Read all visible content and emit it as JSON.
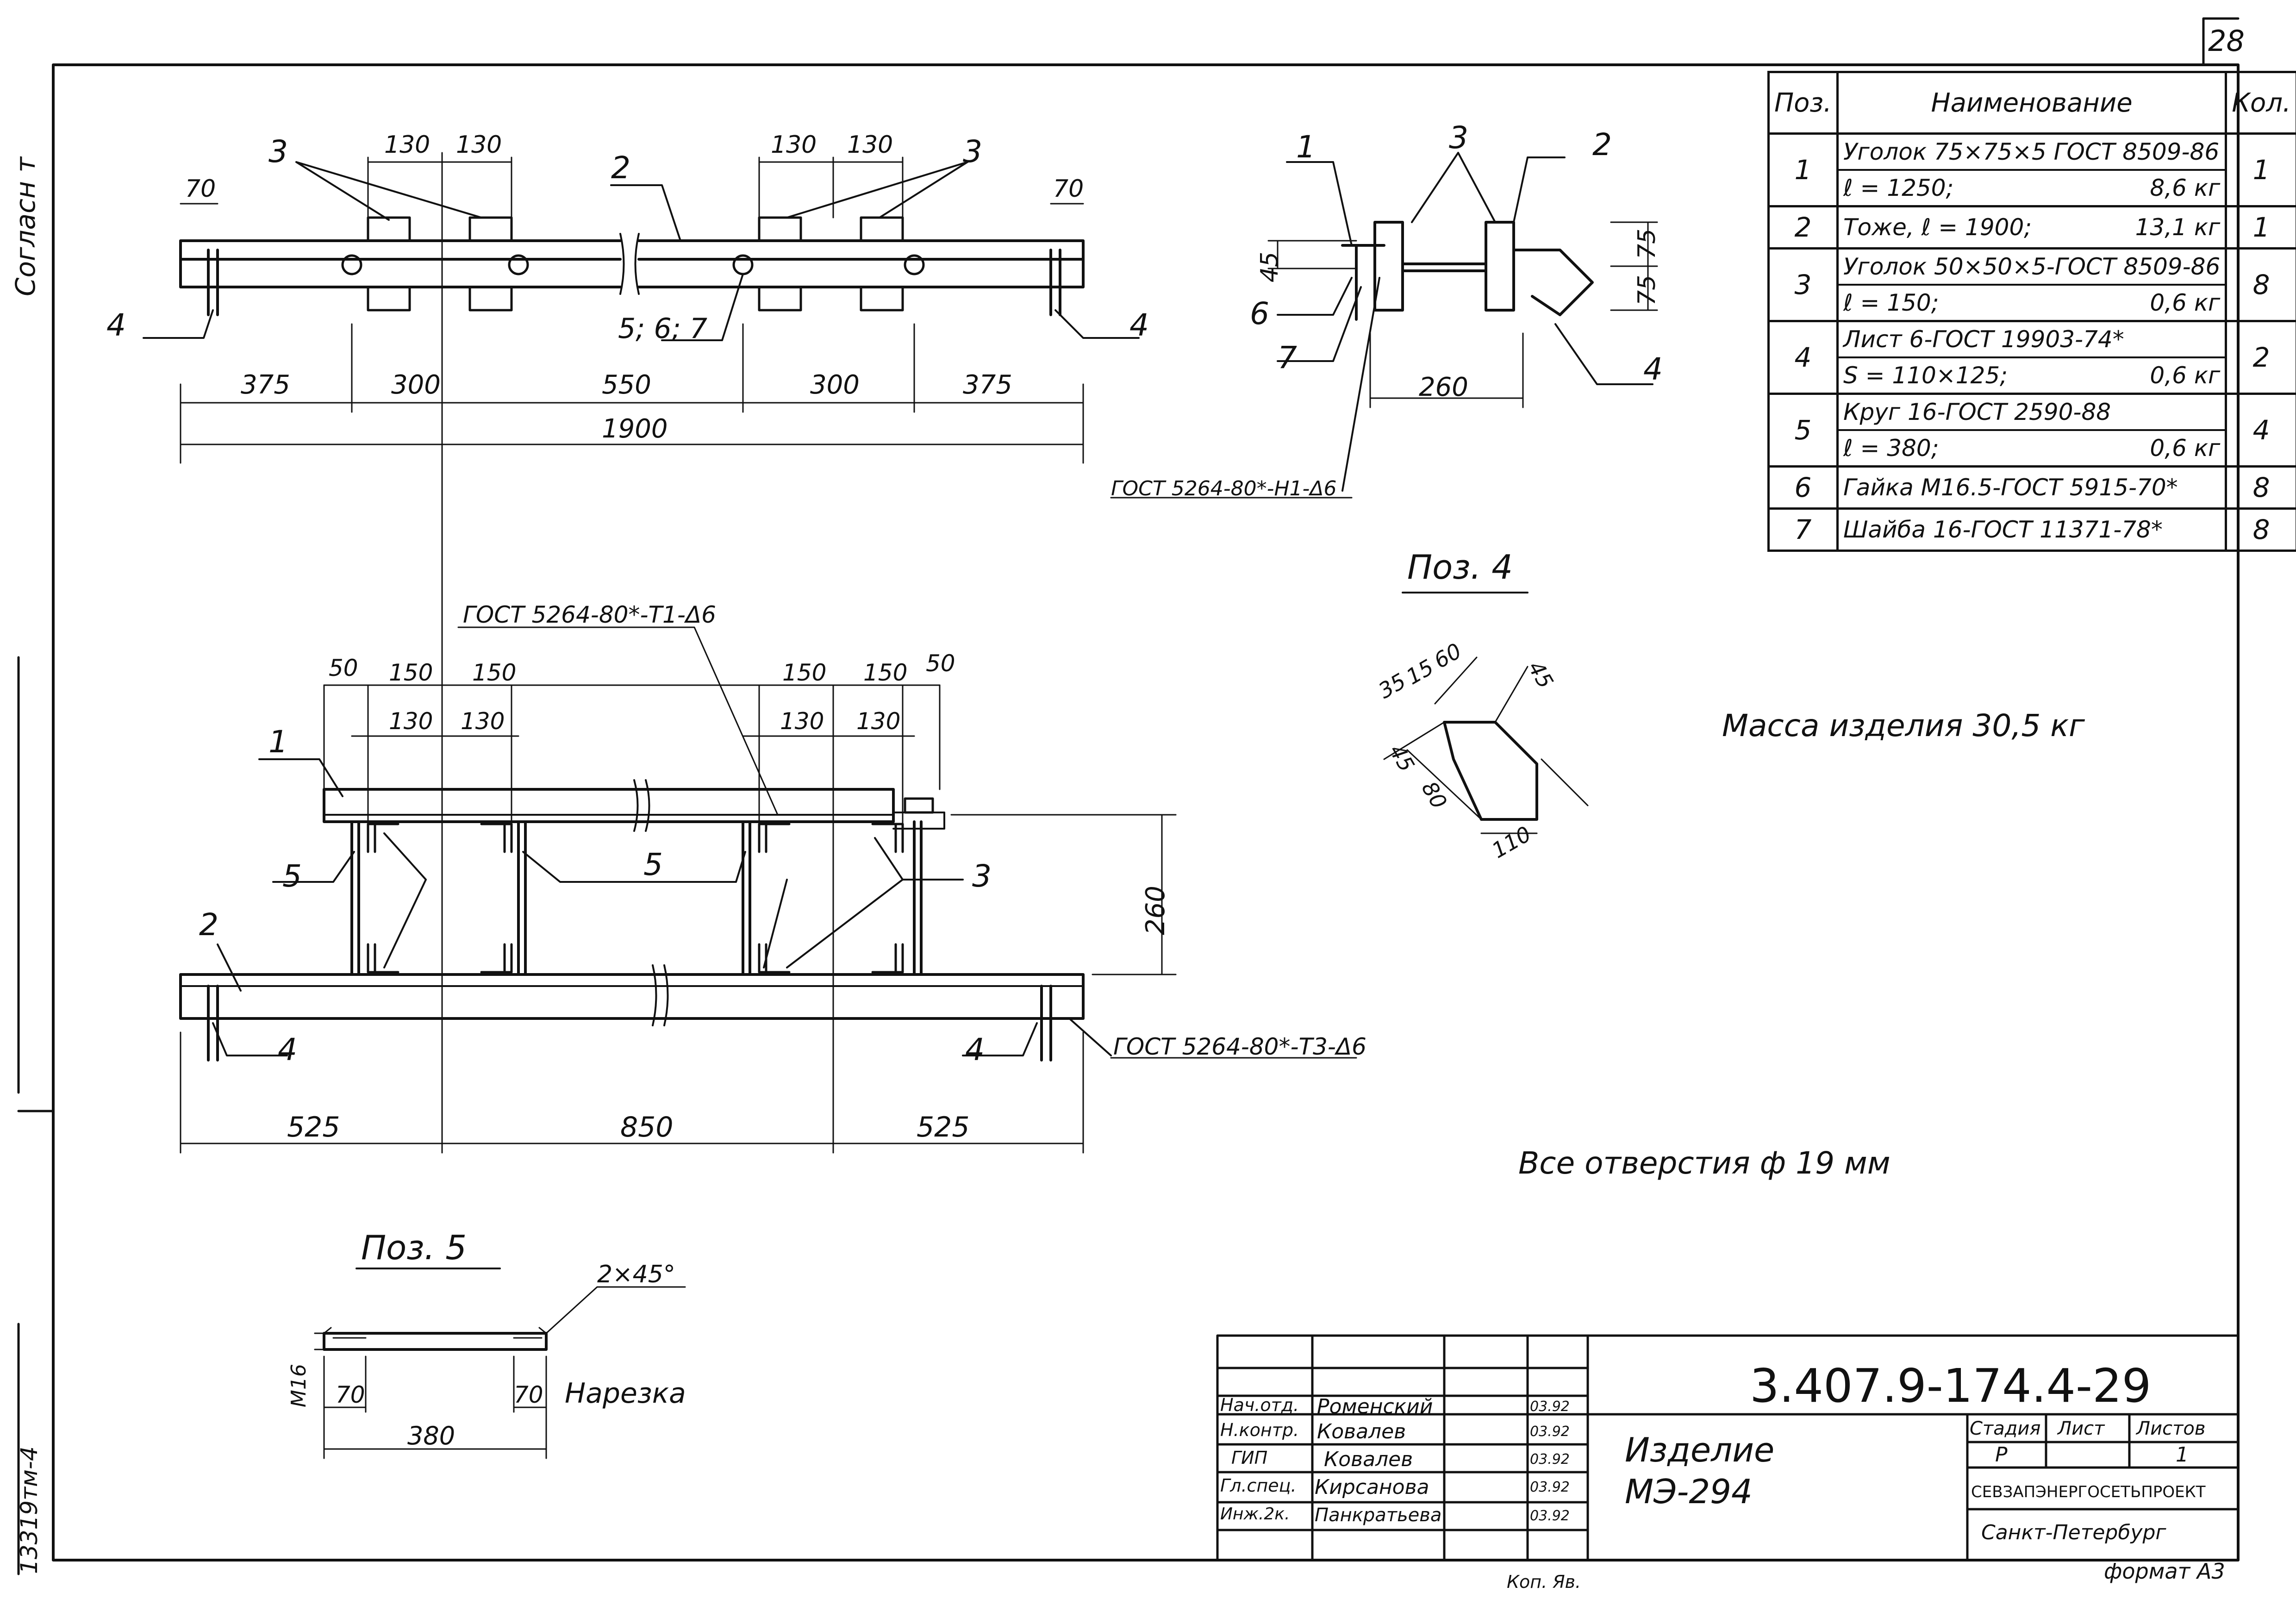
{
  "sheet": {
    "number": "28",
    "left_margin_top": "Согласн т",
    "left_margin_bottom": "13319тм-4",
    "format_note": "формат А3",
    "copy_note": "Коп. Яв."
  },
  "spec_table": {
    "headers": {
      "pos": "Поз.",
      "name": "Наименование",
      "qty": "Кол."
    },
    "rows": [
      {
        "pos": "1",
        "line1": "Уголок 75×75×5 ГОСТ 8509-86",
        "line2a": "ℓ = 1250;",
        "line2b": "8,6 кг",
        "qty": "1"
      },
      {
        "pos": "2",
        "line1": "Тоже, ℓ = 1900;",
        "line2b": "13,1 кг",
        "qty": "1"
      },
      {
        "pos": "3",
        "line1": "Уголок 50×50×5-ГОСТ 8509-86",
        "line2a": "ℓ = 150;",
        "line2b": "0,6 кг",
        "qty": "8"
      },
      {
        "pos": "4",
        "line1": "Лист 6-ГОСТ 19903-74*",
        "line2a": "S = 110×125;",
        "line2b": "0,6 кг",
        "qty": "2"
      },
      {
        "pos": "5",
        "line1": "Круг 16-ГОСТ 2590-88",
        "line2a": "ℓ = 380;",
        "line2b": "0,6 кг",
        "qty": "4"
      },
      {
        "pos": "6",
        "line1": "Гайка М16.5-ГОСТ 5915-70*",
        "qty": "8"
      },
      {
        "pos": "7",
        "line1": "Шайба 16-ГОСТ 11371-78*",
        "qty": "8"
      }
    ]
  },
  "notes": {
    "mass": "Масса изделия 30,5 кг",
    "holes": "Все отверстия ф 19 мм"
  },
  "views": {
    "top": {
      "dims": [
        "70",
        "130",
        "130",
        "130",
        "130",
        "70",
        "375",
        "300",
        "550",
        "300",
        "375",
        "1900"
      ],
      "labels": [
        "3",
        "2",
        "3",
        "4",
        "5; 6; 7",
        "4"
      ]
    },
    "side": {
      "dims": [
        "45",
        "75",
        "75",
        "260"
      ],
      "labels": [
        "1",
        "3",
        "2",
        "6",
        "7",
        "4"
      ],
      "weld_note": "ГОСТ 5264-80*-Н1-Δ6"
    },
    "front": {
      "dims": [
        "50",
        "150",
        "150",
        "130",
        "130",
        "150",
        "150",
        "50",
        "130",
        "130",
        "260",
        "525",
        "850",
        "525"
      ],
      "labels": [
        "1",
        "5",
        "5",
        "3",
        "2",
        "4",
        "4"
      ],
      "weld_note_top": "ГОСТ 5264-80*-Т1-Δ6",
      "weld_note_bottom": "ГОСТ 5264-80*-Т3-Δ6"
    },
    "pos4": {
      "title": "Поз. 4",
      "dims": [
        "35",
        "15",
        "60",
        "45",
        "45",
        "80",
        "110"
      ]
    },
    "pos5": {
      "title": "Поз. 5",
      "dims": [
        "M16",
        "70",
        "70",
        "380"
      ],
      "chamfer": "2×45°",
      "thread": "Нарезка"
    }
  },
  "title_block": {
    "code": "3.407.9-174.4-29",
    "product_line1": "Изделие",
    "product_line2": "МЭ-294",
    "stage_header": "Стадия",
    "sheet_header": "Лист",
    "sheets_header": "Листов",
    "stage": "Р",
    "sheet_value": "",
    "sheets_value": "1",
    "org": "СЕВЗАПЭНЕРГОСЕТЬПРОЕКТ",
    "city": "Санкт-Петербург",
    "staff": [
      {
        "role": "Нач.отд.",
        "name": "Роменский",
        "date": "03.92"
      },
      {
        "role": "Н.контр.",
        "name": "Ковалев",
        "date": "03.92"
      },
      {
        "role": "ГИП",
        "name": "Ковалев",
        "date": "03.92"
      },
      {
        "role": "Гл.спец.",
        "name": "Кирсанова",
        "date": "03.92"
      },
      {
        "role": "Инж.2к.",
        "name": "Панкратьева",
        "date": "03.92"
      }
    ]
  }
}
